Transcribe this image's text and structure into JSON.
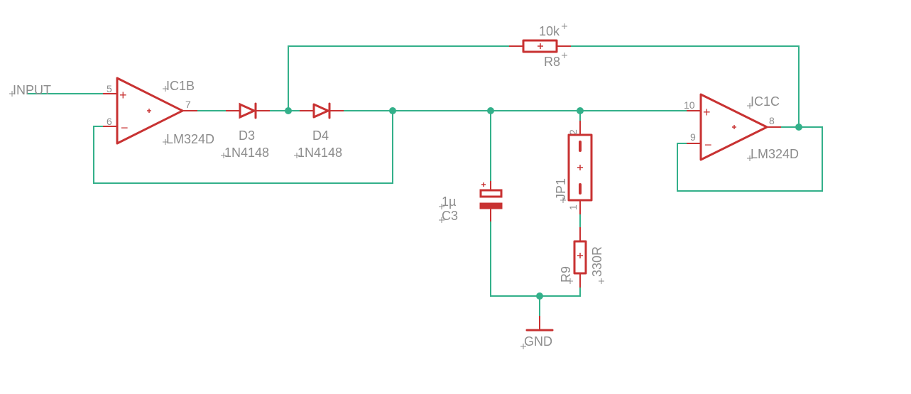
{
  "labels": {
    "input": "INPUT",
    "gnd": "GND"
  },
  "ic1b": {
    "name": "IC1B",
    "value": "LM324D",
    "pin_plus": "5",
    "pin_minus": "6",
    "pin_out": "7"
  },
  "ic1c": {
    "name": "IC1C",
    "value": "LM324D",
    "pin_plus": "10",
    "pin_minus": "9",
    "pin_out": "8"
  },
  "d3": {
    "name": "D3",
    "value": "1N4148"
  },
  "d4": {
    "name": "D4",
    "value": "1N4148"
  },
  "r8": {
    "name": "R8",
    "value": "10k"
  },
  "r9": {
    "name": "R9",
    "value": "330R"
  },
  "c3": {
    "name": "C3",
    "value": "1µ"
  },
  "jp1": {
    "name": "JP1",
    "pin1": "1",
    "pin2": "2"
  },
  "colors": {
    "wire": "#33b08a",
    "part": "#c83232",
    "text": "#8c8c8c"
  }
}
